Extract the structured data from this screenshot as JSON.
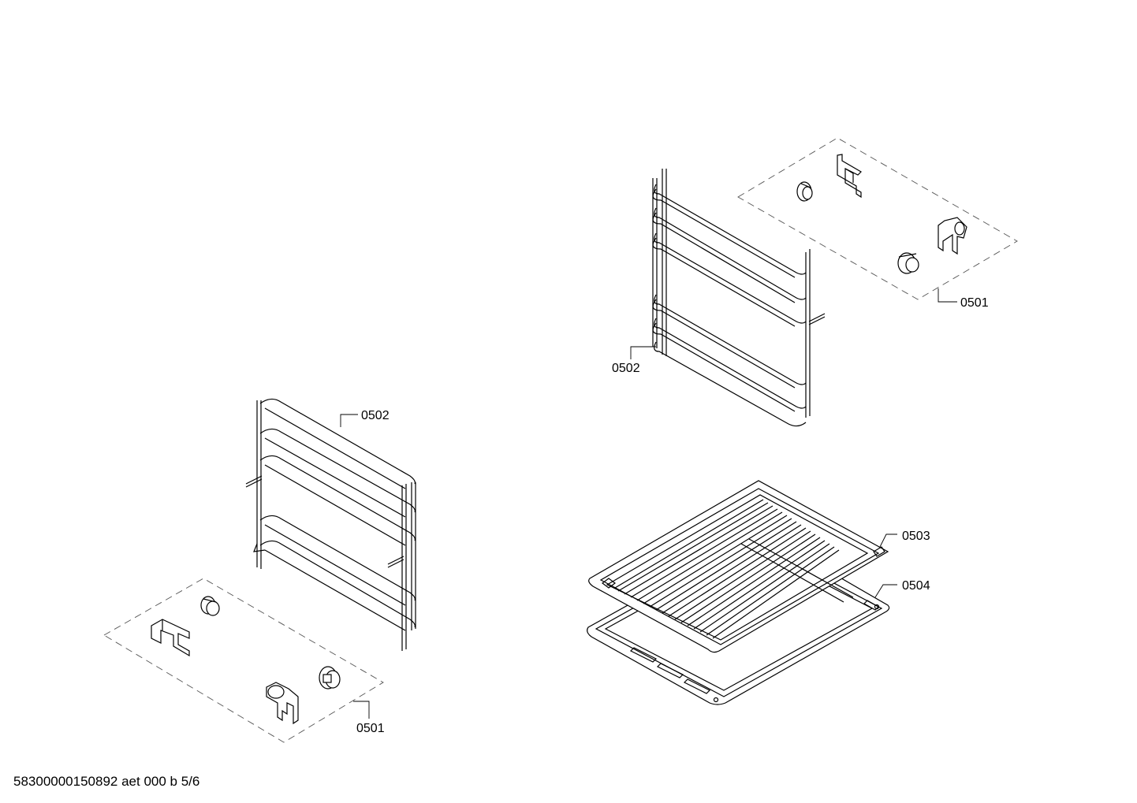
{
  "callouts": {
    "left_rack": "0502",
    "left_clips": "0501",
    "right_rack": "0502",
    "right_clips": "0501",
    "grid_shelf": "0503",
    "baking_tray": "0504"
  },
  "footer": {
    "code": "58300000150892 aet 000 b 5/6"
  }
}
